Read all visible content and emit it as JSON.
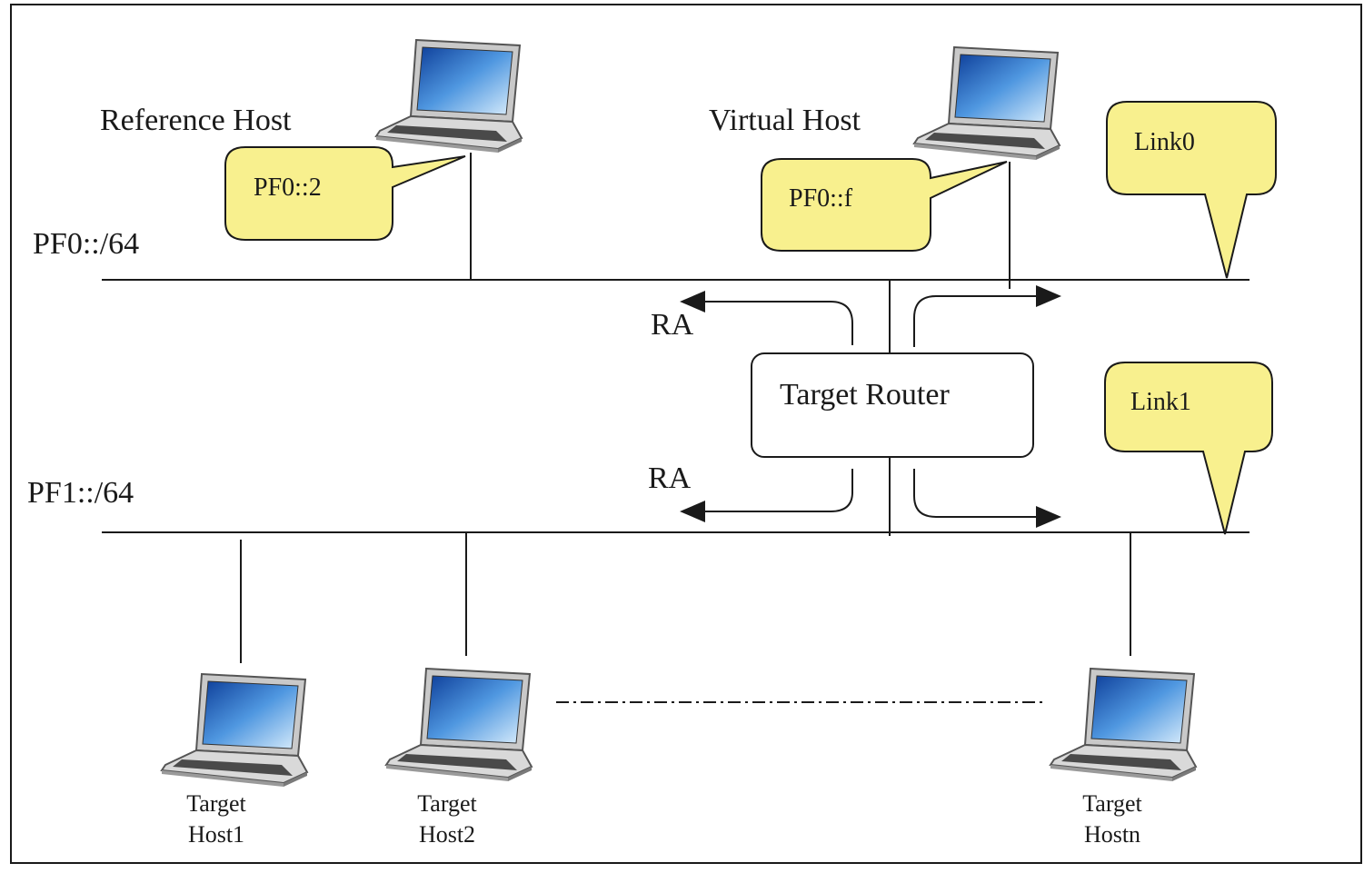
{
  "hosts": {
    "reference_host": "Reference Host",
    "virtual_host": "Virtual Host"
  },
  "callouts": {
    "reference_addr": "PF0::2",
    "virtual_addr": "PF0::f",
    "link0": "Link0",
    "link1": "Link1"
  },
  "networks": {
    "pf0": "PF0::/64",
    "pf1": "PF1::/64"
  },
  "router": {
    "label": "Target Router"
  },
  "arrows": {
    "ra_top": "RA",
    "ra_bottom": "RA"
  },
  "target_hosts": [
    {
      "line1": "Target",
      "line2": "Host1"
    },
    {
      "line1": "Target",
      "line2": "Host2"
    },
    {
      "line1": "Target",
      "line2": "Hostn"
    }
  ],
  "colors": {
    "callout_fill": "#f8f08e",
    "line": "#1a1a1a",
    "laptop_screen": "#2a70c8",
    "laptop_body": "#d8d8d8"
  }
}
